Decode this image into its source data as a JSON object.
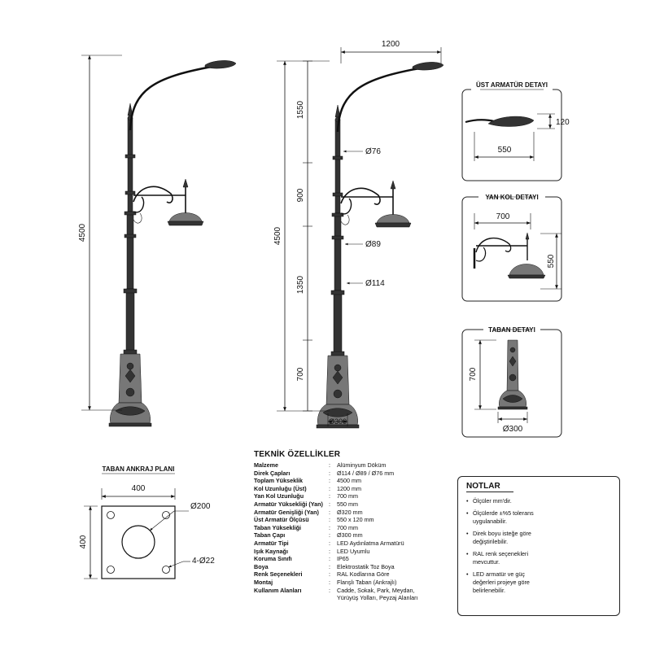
{
  "dimensions": {
    "arm_width": "1200",
    "total_height": "4500",
    "seg_top": "1550",
    "seg_mid": "900",
    "seg_low": "1350",
    "seg_base": "700",
    "dia_top": "Ø76",
    "dia_mid": "Ø89",
    "dia_low": "Ø114",
    "dia_base": "Ø300"
  },
  "details": {
    "top": {
      "title": "ÜST ARMATÜR DETAYI",
      "width": "550",
      "height": "120"
    },
    "side": {
      "title": "YAN KOL DETAYI",
      "width": "700",
      "height": "550"
    },
    "base": {
      "title": "TABAN DETAYI",
      "height": "700",
      "dia": "Ø300"
    }
  },
  "anchor_plan": {
    "title": "TABAN ANKRAJ PLANI",
    "width": "400",
    "height": "400",
    "center_hole": "Ø200",
    "bolt_holes": "4-Ø22"
  },
  "specs": {
    "title": "TEKNİK ÖZELLİKLER",
    "rows": [
      {
        "key": "Malzeme",
        "value": "Alüminyum Döküm"
      },
      {
        "key": "Direk Çapları",
        "value": "Ø114 / Ø89 / Ø76 mm"
      },
      {
        "key": "Toplam Yükseklik",
        "value": "4500 mm"
      },
      {
        "key": "Kol Uzunluğu (Üst)",
        "value": "1200 mm"
      },
      {
        "key": "Yan Kol Uzunluğu",
        "value": "700 mm"
      },
      {
        "key": "Armatür Yüksekliği (Yan)",
        "value": "550 mm"
      },
      {
        "key": "Armatür Genişliği (Yan)",
        "value": "Ø320 mm"
      },
      {
        "key": "Üst Armatür Ölçüsü",
        "value": "550 x 120 mm"
      },
      {
        "key": "Taban Yüksekliği",
        "value": "700 mm"
      },
      {
        "key": "Taban Çapı",
        "value": "Ø300 mm"
      },
      {
        "key": "Armatür Tipi",
        "value": "LED Aydınlatma Armatürü"
      },
      {
        "key": "Işık Kaynağı",
        "value": "LED Uyumlu"
      },
      {
        "key": "Koruma Sınıfı",
        "value": "IP65"
      },
      {
        "key": "Boya",
        "value": "Elektrostatik Toz Boya"
      },
      {
        "key": "Renk Seçenekleri",
        "value": "RAL Kodlarına Göre"
      },
      {
        "key": "Montaj",
        "value": "Flanşlı Taban (Ankrajlı)"
      },
      {
        "key": "Kullanım Alanları",
        "value": "Cadde, Sokak, Park, Meydan,"
      },
      {
        "key": "",
        "value": "Yürüyüş Yolları, Peyzaj Alanları"
      }
    ]
  },
  "notes": {
    "title": "NOTLAR",
    "bullet": "•",
    "items": [
      [
        "Ölçüler mm'dir."
      ],
      [
        "Ölçülerde ±%5 tolerans",
        "uygulanabilir."
      ],
      [
        "Direk boyu isteğe göre",
        "değiştirilebilir."
      ],
      [
        "RAL renk seçenekleri",
        "mevcuttur."
      ],
      [
        "LED armatür ve güç",
        "değerleri projeye göre",
        "belirlenebilir."
      ]
    ]
  },
  "colors": {
    "line": "#111111",
    "fill_dark": "#333333",
    "fill_mid": "#777777"
  }
}
